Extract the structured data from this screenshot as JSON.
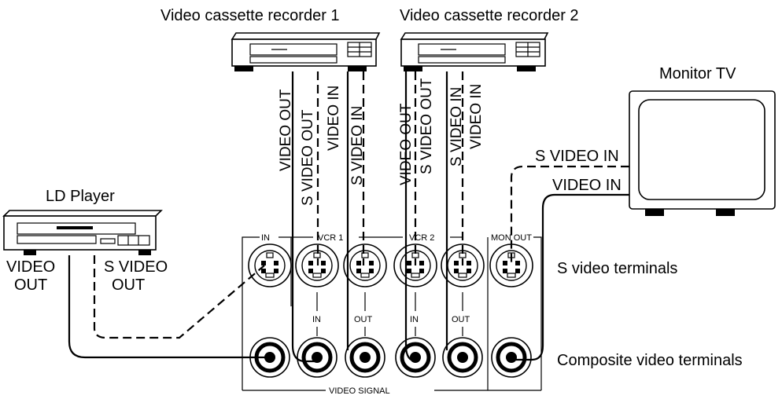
{
  "devices": {
    "vcr1": "Video cassette recorder 1",
    "vcr2": "Video cassette recorder 2",
    "monitor": "Monitor TV",
    "ld_player": "LD Player"
  },
  "ld_labels": {
    "video_out_1": "VIDEO",
    "video_out_2": "OUT",
    "s_video_out_1": "S VIDEO",
    "s_video_out_2": "OUT"
  },
  "cable_labels": {
    "video_out": "VIDEO OUT",
    "s_video_out": "S VIDEO OUT",
    "video_in": "VIDEO IN",
    "s_video_in": "S VIDEO IN"
  },
  "monitor_inputs": {
    "s_video_in": "S VIDEO IN",
    "video_in": "VIDEO IN"
  },
  "panel": {
    "groups": [
      "IN",
      "VCR 1",
      "VCR 2",
      "MON OUT"
    ],
    "jack_labels": [
      "IN",
      "OUT",
      "IN",
      "OUT"
    ],
    "bottom": "VIDEO SIGNAL"
  },
  "terminals": {
    "s_video": "S video terminals",
    "composite": "Composite video terminals"
  }
}
